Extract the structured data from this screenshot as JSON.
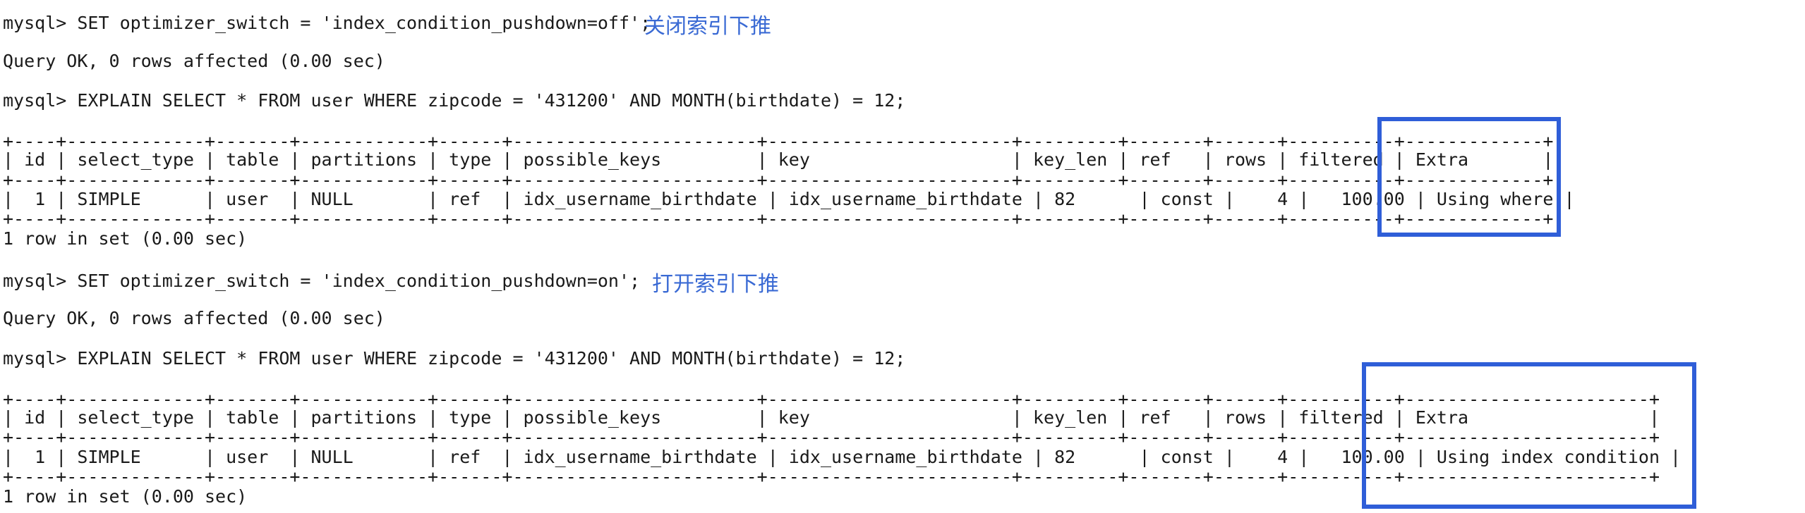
{
  "session": {
    "cmd1": "mysql> SET optimizer_switch = 'index_condition_pushdown=off';",
    "note1": "关闭索引下推",
    "res1": "Query OK, 0 rows affected (0.00 sec)",
    "cmd2": "mysql> EXPLAIN SELECT * FROM user WHERE zipcode = '431200' AND MONTH(birthdate) = 12;",
    "table1": {
      "border": "+----+-------------+-------+------------+------+-----------------------+-----------------------+---------+-------+------+----------+-------------+",
      "header": "| id | select_type | table | partitions | type | possible_keys         | key                   | key_len | ref   | rows | filtered | Extra       |",
      "row": "|  1 | SIMPLE      | user  | NULL       | ref  | idx_username_birthdate | idx_username_birthdate | 82      | const |    4 |   100.00 | Using where |"
    },
    "res2": "1 row in set (0.00 sec)",
    "cmd3": "mysql> SET optimizer_switch = 'index_condition_pushdown=on';",
    "note2": "打开索引下推",
    "res3": "Query OK, 0 rows affected (0.00 sec)",
    "cmd4": "mysql> EXPLAIN SELECT * FROM user WHERE zipcode = '431200' AND MONTH(birthdate) = 12;",
    "table2": {
      "border": "+----+-------------+-------+------------+------+-----------------------+-----------------------+---------+-------+------+----------+-----------------------+",
      "header": "| id | select_type | table | partitions | type | possible_keys         | key                   | key_len | ref   | rows | filtered | Extra                 |",
      "row": "|  1 | SIMPLE      | user  | NULL       | ref  | idx_username_birthdate | idx_username_birthdate | 82      | const |    4 |   100.00 | Using index condition |"
    },
    "res4": "1 row in set (0.00 sec)"
  },
  "colors": {
    "highlight": "#2f5ed8",
    "annotation": "#3a6ad4",
    "text": "#1a1a1a"
  }
}
